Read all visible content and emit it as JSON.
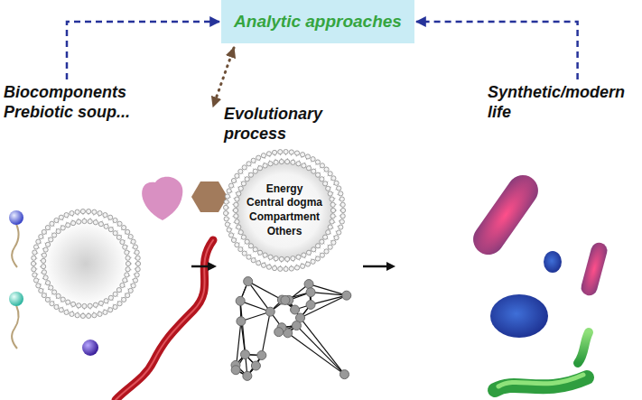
{
  "diagram": {
    "nodes": [
      {
        "text": [
          "Analytic approaches"
        ]
      },
      {
        "text": [
          "Biocomponents Prebiotic soup..."
        ]
      },
      {
        "text": [
          "Evolutionary process"
        ]
      },
      {
        "text": [
          "Synthetic/modern life"
        ]
      },
      {
        "text": [
          "Energy",
          "Central dogma",
          "Compartment",
          "Others"
        ]
      }
    ],
    "edges": [
      {
        "from": 1,
        "to": 0,
        "arrow": "to"
      },
      {
        "from": 3,
        "to": 0,
        "arrow": "to"
      },
      {
        "from": 0,
        "to": 2,
        "arrow": "both"
      }
    ]
  }
}
